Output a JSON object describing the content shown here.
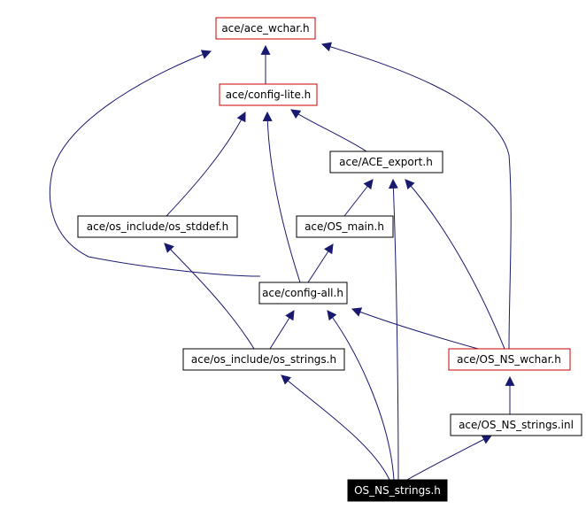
{
  "graph": {
    "nodes": [
      {
        "id": "ace_wchar",
        "label": "ace/ace_wchar.h",
        "style": "red"
      },
      {
        "id": "config_lite",
        "label": "ace/config-lite.h",
        "style": "red"
      },
      {
        "id": "ace_export",
        "label": "ace/ACE_export.h",
        "style": "normal"
      },
      {
        "id": "os_stddef",
        "label": "ace/os_include/os_stddef.h",
        "style": "normal"
      },
      {
        "id": "os_main",
        "label": "ace/OS_main.h",
        "style": "normal"
      },
      {
        "id": "config_all",
        "label": "ace/config-all.h",
        "style": "normal"
      },
      {
        "id": "os_strings_inc",
        "label": "ace/os_include/os_strings.h",
        "style": "normal"
      },
      {
        "id": "os_ns_wchar",
        "label": "ace/OS_NS_wchar.h",
        "style": "red"
      },
      {
        "id": "os_ns_strings_inl",
        "label": "ace/OS_NS_strings.inl",
        "style": "normal"
      },
      {
        "id": "os_ns_strings",
        "label": "OS_NS_strings.h",
        "style": "root"
      }
    ],
    "edges": [
      {
        "from": "config_lite",
        "to": "ace_wchar"
      },
      {
        "from": "config_all",
        "to": "ace_wchar"
      },
      {
        "from": "os_ns_wchar",
        "to": "ace_wchar"
      },
      {
        "from": "os_stddef",
        "to": "config_lite"
      },
      {
        "from": "config_all",
        "to": "config_lite"
      },
      {
        "from": "ace_export",
        "to": "config_lite"
      },
      {
        "from": "os_main",
        "to": "ace_export"
      },
      {
        "from": "os_ns_strings",
        "to": "ace_export"
      },
      {
        "from": "os_ns_wchar",
        "to": "ace_export"
      },
      {
        "from": "os_strings_inc",
        "to": "os_stddef"
      },
      {
        "from": "config_all",
        "to": "os_main"
      },
      {
        "from": "os_strings_inc",
        "to": "config_all"
      },
      {
        "from": "os_ns_strings",
        "to": "config_all"
      },
      {
        "from": "os_ns_wchar",
        "to": "config_all"
      },
      {
        "from": "os_ns_strings",
        "to": "os_strings_inc"
      },
      {
        "from": "os_ns_strings_inl",
        "to": "os_ns_wchar"
      },
      {
        "from": "os_ns_strings",
        "to": "os_ns_strings_inl"
      }
    ],
    "colors": {
      "edge": "#191970",
      "arrowhead": "#191970",
      "red_border": "#cc0000",
      "normal_border": "#000000",
      "root_fill": "#000000",
      "root_text": "#ffffff",
      "node_fill": "#ffffff",
      "text": "#000000"
    }
  }
}
